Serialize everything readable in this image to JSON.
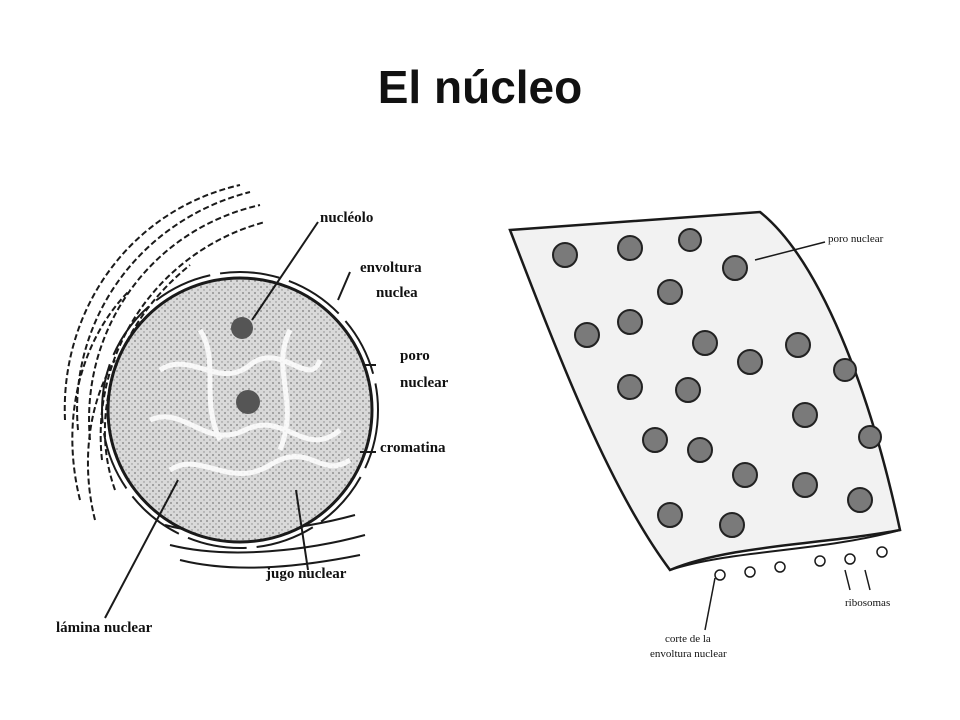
{
  "title": "El núcleo",
  "left_figure": {
    "labels": {
      "nucleolo": "nucléolo",
      "envoltura_l1": "envoltura",
      "envoltura_l2": "nuclea",
      "poro_l1": "poro",
      "poro_l2": "nuclear",
      "cromatina": "cromatina",
      "jugo": "jugo nuclear",
      "lamina": "lámina nuclear"
    }
  },
  "right_figure": {
    "labels": {
      "poro": "poro nuclear",
      "ribosomas": "ribosomas",
      "corte_l1": "corte de la",
      "corte_l2": "envoltura nuclear"
    }
  },
  "colors": {
    "ink": "#1a1a1a",
    "background": "#ffffff",
    "stipple": "#dcdcdc"
  }
}
